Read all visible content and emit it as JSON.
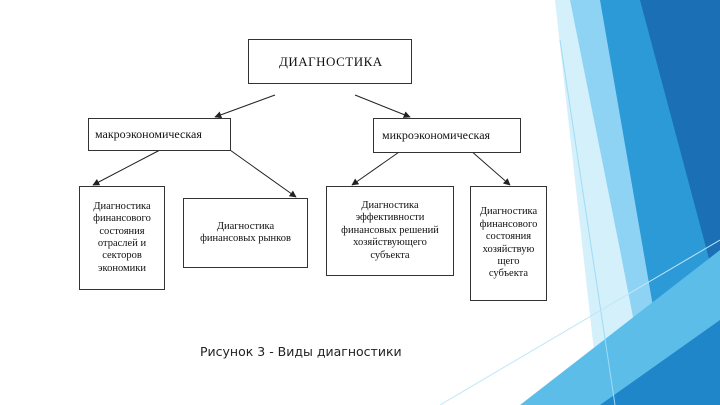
{
  "diagram": {
    "root": "ДИАГНОСТИКА",
    "branches": [
      {
        "label": "макроэкономическая",
        "children": [
          "Диагностика\nфинансового\nсостояния\nотраслей и\nсекторов\nэкономики",
          "Диагностика\nфинансовых рынков"
        ]
      },
      {
        "label": "микроэкономическая",
        "children": [
          "Диагностика\nэффективности\nфинансовых решений\nхозяйствующего\nсубъекта",
          "Диагностика\nфинансового\nсостояния\nхозяйствую\nщего\nсубъекта"
        ]
      }
    ]
  },
  "caption": "Рисунок 3 - Виды диагностики",
  "colors": {
    "accent_dark": "#1a6fb5",
    "accent_mid": "#2b9ad6",
    "accent_light": "#8fd3f4",
    "accent_pale": "#c9ecfa",
    "box_border": "#333333"
  }
}
